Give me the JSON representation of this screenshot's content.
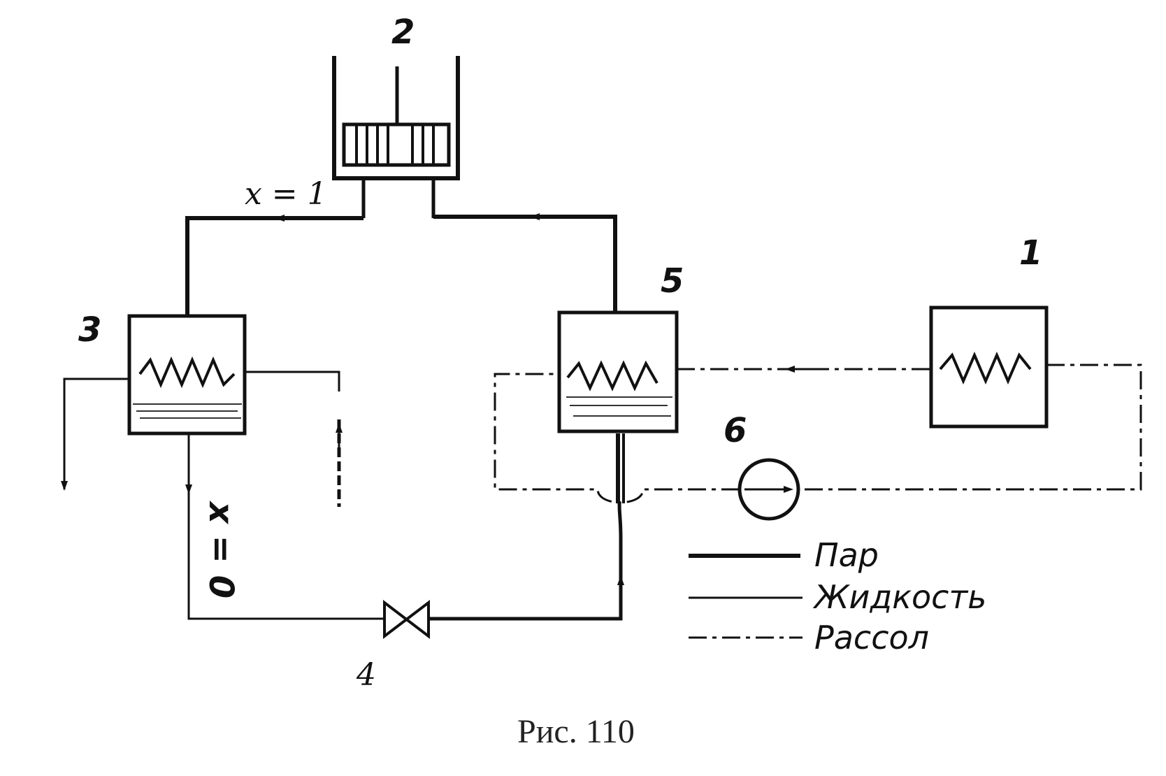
{
  "labels": {
    "evaporator": "1",
    "compressor": "2",
    "condenser": "3",
    "valve": "4",
    "heat_exchanger": "5",
    "pump": "6"
  },
  "annotations": {
    "vapor_quality_top": "x = 1",
    "vapor_quality_liquid": "x = 0"
  },
  "legend": [
    {
      "name": "Пар",
      "style": "vapor"
    },
    {
      "name": "Жидкость",
      "style": "liquid"
    },
    {
      "name": "Рассол",
      "style": "brine"
    }
  ],
  "caption": "Рис. 110"
}
